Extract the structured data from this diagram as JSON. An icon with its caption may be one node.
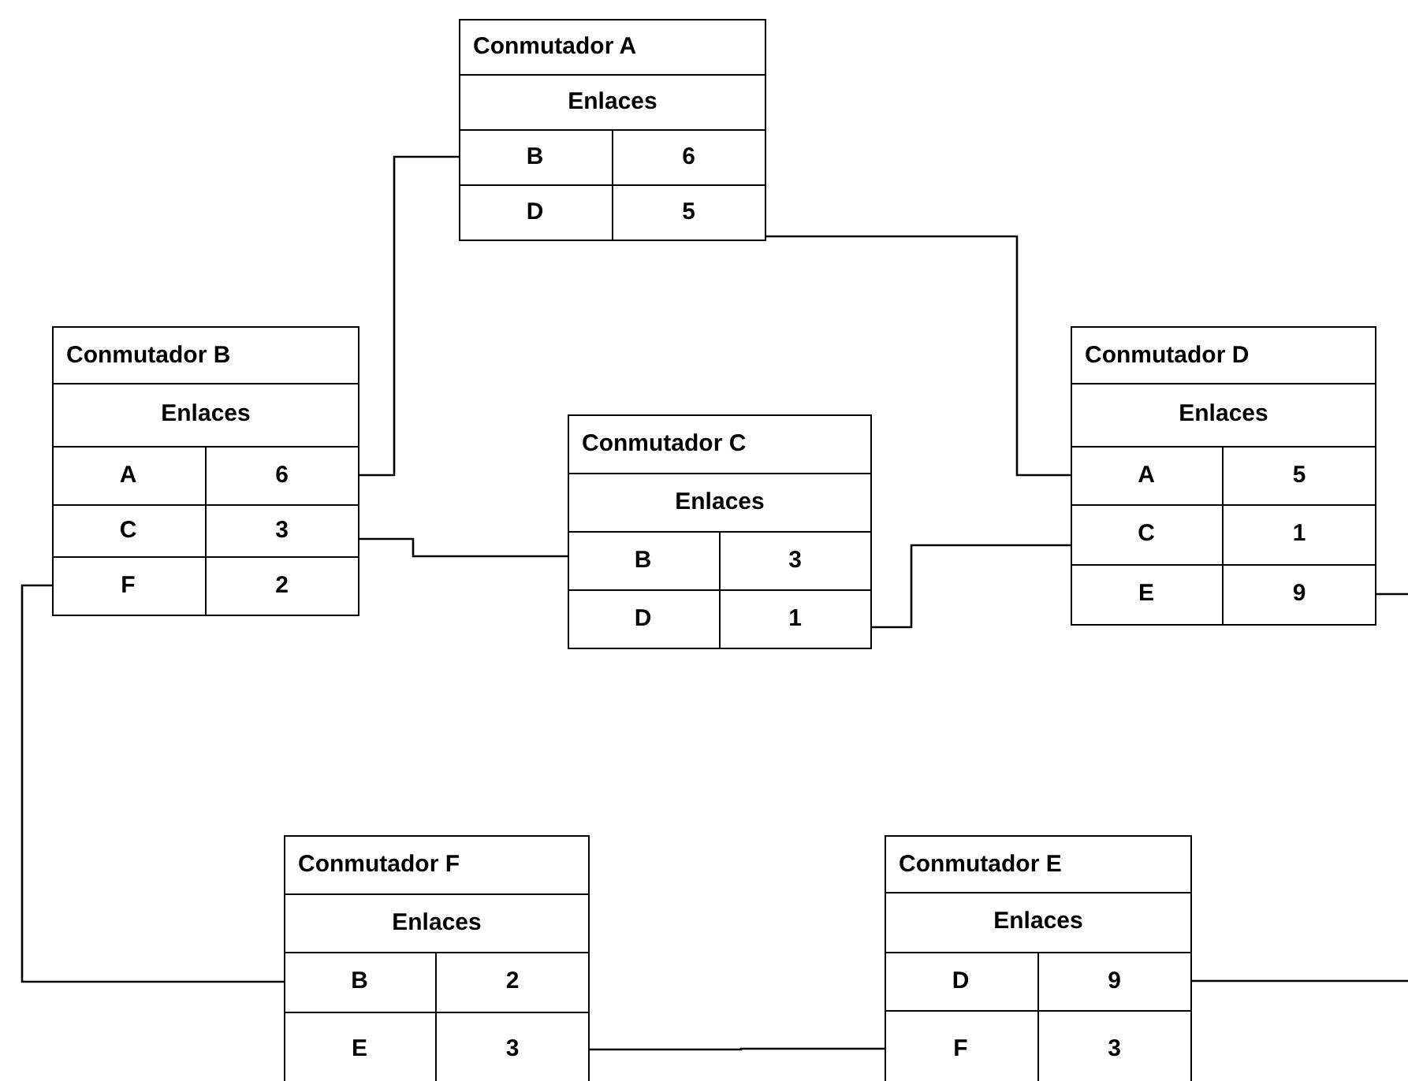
{
  "diagram": {
    "nodes": [
      {
        "text": [
          "Conmutador A",
          "Enlaces"
        ]
      },
      {
        "text": [
          "B",
          "6"
        ],
        "in": 0
      },
      {
        "text": [
          "D",
          "5"
        ],
        "in": 0
      },
      {
        "text": [
          "Conmutador B",
          "Enlaces"
        ]
      },
      {
        "text": [
          "A",
          "6"
        ],
        "in": 3
      },
      {
        "text": [
          "C",
          "3"
        ],
        "in": 3
      },
      {
        "text": [
          "F",
          "2"
        ],
        "in": 3
      },
      {
        "text": [
          "Conmutador D",
          "Enlaces"
        ]
      },
      {
        "text": [
          "A",
          "5"
        ],
        "in": 7
      },
      {
        "text": [
          "C",
          "1"
        ],
        "in": 7
      },
      {
        "text": [
          "E",
          "9"
        ],
        "in": 7
      },
      {
        "text": [
          "Conmutador C",
          "Enlaces"
        ]
      },
      {
        "text": [
          "B",
          "3"
        ],
        "in": 11
      },
      {
        "text": [
          "D",
          "1"
        ],
        "in": 11
      },
      {
        "text": [
          "Conmutador F",
          "Enlaces"
        ]
      },
      {
        "text": [
          "B",
          "2"
        ],
        "in": 14
      },
      {
        "text": [
          "E",
          "3"
        ],
        "in": 14
      },
      {
        "text": [
          "Conmutador E",
          "Enlaces"
        ]
      },
      {
        "text": [
          "D",
          "9"
        ],
        "in": 17
      },
      {
        "text": [
          "F",
          "3"
        ],
        "in": 17
      }
    ],
    "edges": [
      {
        "from": 4,
        "to": 1,
        "arrow": "none"
      },
      {
        "from": 2,
        "to": 8,
        "arrow": "none"
      },
      {
        "from": 5,
        "to": 12,
        "arrow": "none"
      },
      {
        "from": 13,
        "to": 9,
        "arrow": "none"
      },
      {
        "from": 6,
        "to": 15,
        "arrow": "none"
      },
      {
        "from": 16,
        "to": 19,
        "arrow": "none"
      },
      {
        "from": 10,
        "to": null,
        "arrow": "none"
      },
      {
        "from": 18,
        "to": null,
        "arrow": "none"
      }
    ]
  }
}
